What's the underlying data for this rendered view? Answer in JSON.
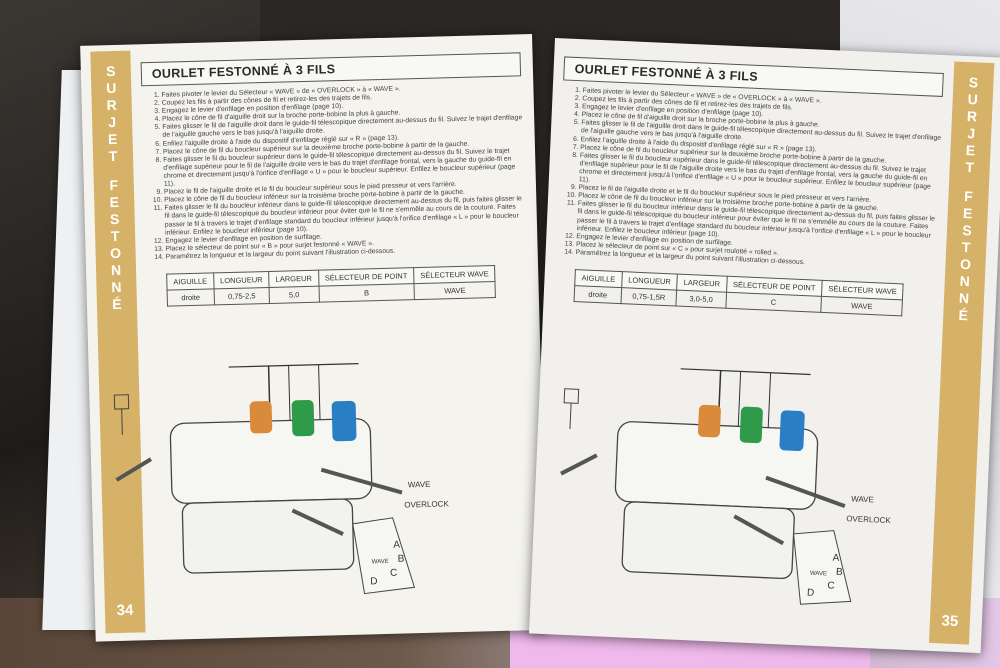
{
  "left_page": {
    "band_title": [
      "S",
      "U",
      "R",
      "J",
      "E",
      "T",
      "",
      "F",
      "E",
      "S",
      "T",
      "O",
      "N",
      "N",
      "É"
    ],
    "page_number": "34",
    "heading": "OURLET FESTONNÉ À 3 FILS",
    "steps": [
      "Faites pivoter le levier du Sélecteur « WAVE » de « OVERLOCK » à « WAVE ».",
      "Coupez les fils à partir des cônes de fil et retirez-les des trajets de fils.",
      "Engagez le levier d'enfilage en position d'enfilage (page 10).",
      "Placez le cône de fil d'aiguille droit sur la broche porte-bobine la plus à gauche.",
      "Faites glisser le fil de l'aiguille droit dans le guide-fil télescopique directement au-dessus du fil. Suivez le trajet d'enfilage de l'aiguille gauche vers le bas jusqu'à l'aiguille droite.",
      "Enfilez l'aiguille droite à l'aide du dispositif d'enfilage réglé sur « R » (page 13).",
      "Placez le cône de fil du boucleur supérieur sur la deuxième broche porte-bobine à partir de la gauche.",
      "Faites glisser le fil du boucleur supérieur dans le guide-fil télescopique directement au-dessus du fil. Suivez le trajet d'enfilage supérieur pour le fil de l'aiguille droite vers le bas du trajet d'enfilage frontal, vers la gauche du guide-fil en chrome et directement jusqu'à l'orifice d'enfilage « U » pour le boucleur supérieur. Enfilez le boucleur supérieur (page 11).",
      "Placez le fil de l'aiguille droite et le fil du boucleur supérieur sous le pied presseur et vers l'arrière.",
      "Placez le cône de fil du boucleur inférieur sur la troisième broche porte-bobine à partir de la gauche.",
      "Faites glisser le fil du boucleur inférieur dans le guide-fil télescopique directement au-dessus du fil, puis faites glisser le fil dans le guide-fil télescopique du boucleur inférieur pour éviter que le fil ne s'emmêle au cours de la couture. Faites passer le fil à travers le trajet d'enfilage standard du boucleur inférieur jusqu'à l'orifice d'enfilage « L » pour le boucleur inférieur. Enfilez le boucleur inférieur (page 10).",
      "Engagez le levier d'enfilage en position de surfilage.",
      "Placez le sélecteur de point sur « B » pour surjet festonné « WAVE ».",
      "Paramétrez la longueur et la largeur du point suivant l'illustration ci-dessous."
    ],
    "table": {
      "headers": [
        "AIGUILLE",
        "LONGUEUR",
        "LARGEUR",
        "SÉLECTEUR DE POINT",
        "SÉLECTEUR WAVE"
      ],
      "values": [
        "droite",
        "0,75-2,5",
        "5,0",
        "B",
        "WAVE"
      ]
    },
    "labels": {
      "wave": "WAVE",
      "overlock": "OVERLOCK",
      "dial": [
        "A",
        "B",
        "C",
        "D",
        "WAVE"
      ]
    }
  },
  "right_page": {
    "band_title": [
      "S",
      "U",
      "R",
      "J",
      "E",
      "T",
      "",
      "F",
      "E",
      "S",
      "T",
      "O",
      "N",
      "N",
      "É"
    ],
    "page_number": "35",
    "heading": "OURLET FESTONNÉ À 3 FILS",
    "steps": [
      "Faites pivoter le levier du Sélecteur « WAVE » de « OVERLOCK » à « WAVE ».",
      "Coupez les fils à partir des cônes de fil et retirez-les des trajets de fils.",
      "Engagez le levier d'enfilage en position d'enfilage (page 10).",
      "Placez le cône de fil d'aiguille droit sur la broche porte-bobine la plus à gauche.",
      "Faites glisser le fil de l'aiguille droit dans le guide-fil télescopique directement au-dessus du fil. Suivez le trajet d'enfilage de l'aiguille gauche vers le bas jusqu'à l'aiguille droite.",
      "Enfilez l'aiguille droite à l'aide du dispositif d'enfilage réglé sur « R » (page 13).",
      "Placez le cône de fil du boucleur supérieur sur la deuxième broche porte-bobine à partir de la gauche.",
      "Faites glisser le fil du boucleur supérieur dans le guide-fil télescopique directement au-dessus du fil. Suivez le trajet d'enfilage supérieur pour le fil de l'aiguille droite vers le bas du trajet d'enfilage frontal, vers la gauche du guide-fil en chrome et directement jusqu'à l'orifice d'enfilage « U » pour le boucleur supérieur. Enfilez le boucleur supérieur (page 11).",
      "Placez le fil de l'aiguille droite et le fil du boucleur supérieur sous le pied presseur et vers l'arrière.",
      "Placez le cône de fil du boucleur inférieur sur la troisième broche porte-bobine à partir de la gauche.",
      "Faites glisser le fil du boucleur inférieur dans le guide-fil télescopique directement au-dessus du fil, puis faites glisser le fil dans le guide-fil télescopique du boucleur inférieur pour éviter que le fil ne s'emmêle au cours de la couture. Faites passer le fil à travers le trajet d'enfilage standard du boucleur inférieur jusqu'à l'orifice d'enfilage « L » pour le boucleur inférieur. Enfilez le boucleur inférieur (page 10).",
      "Engagez le levier d'enfilage en position de surfilage.",
      "Placez le sélecteur de point sur « C » pour surjet roulotté « rolled ».",
      "Paramétrez la longueur et la largeur du point suivant l'illustration ci-dessous."
    ],
    "table": {
      "headers": [
        "AIGUILLE",
        "LONGUEUR",
        "LARGEUR",
        "SÉLECTEUR DE POINT",
        "SÉLECTEUR WAVE"
      ],
      "values": [
        "droite",
        "0,75-1,5R",
        "3,0-5,0",
        "C",
        "WAVE"
      ]
    },
    "labels": {
      "wave": "WAVE",
      "overlock": "OVERLOCK",
      "dial": [
        "A",
        "B",
        "C",
        "D",
        "WAVE"
      ]
    }
  },
  "colors": {
    "band": "#d6b268",
    "spool_orange": "#d98a3a",
    "spool_green": "#2f9a4a",
    "spool_blue": "#2a7fc4"
  }
}
